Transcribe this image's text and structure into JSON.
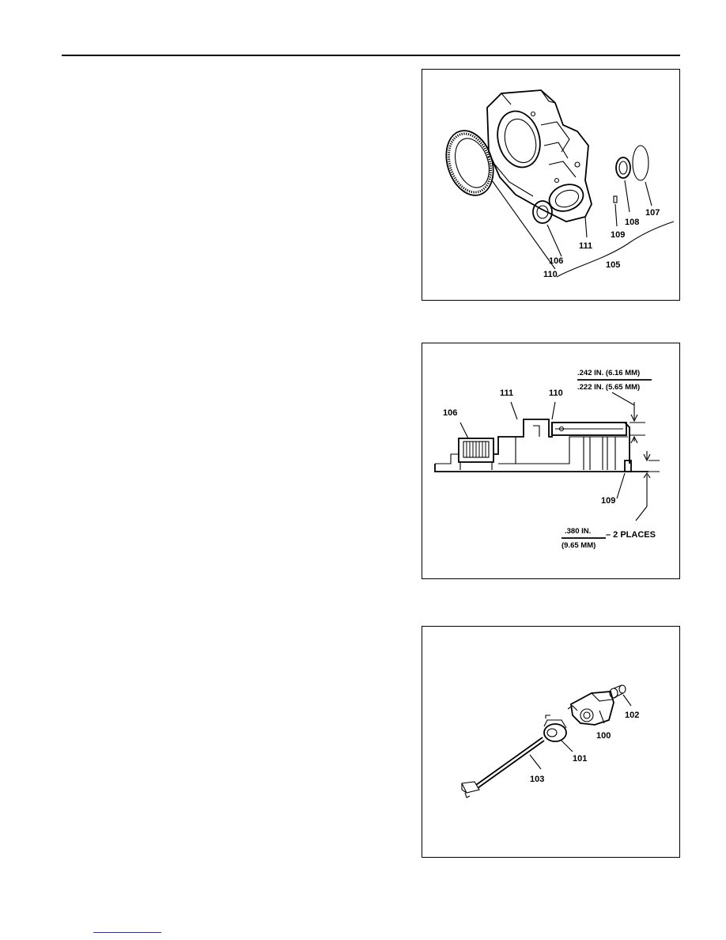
{
  "figures": [
    {
      "id": "fig1",
      "callouts": [
        "110",
        "106",
        "111",
        "109",
        "108",
        "107",
        "105"
      ]
    },
    {
      "id": "fig2",
      "callouts": [
        "106",
        "111",
        "110",
        "109"
      ],
      "dimension_upper_1": ".242 IN. (6.16 MM)",
      "dimension_upper_2": ".222 IN. (5.65 MM)",
      "dimension_lower_1": ".380 IN.",
      "dimension_lower_2": "(9.65 MM)",
      "dimension_lower_note": "– 2 PLACES"
    },
    {
      "id": "fig3",
      "callouts": [
        "102",
        "100",
        "101",
        "103"
      ]
    }
  ]
}
